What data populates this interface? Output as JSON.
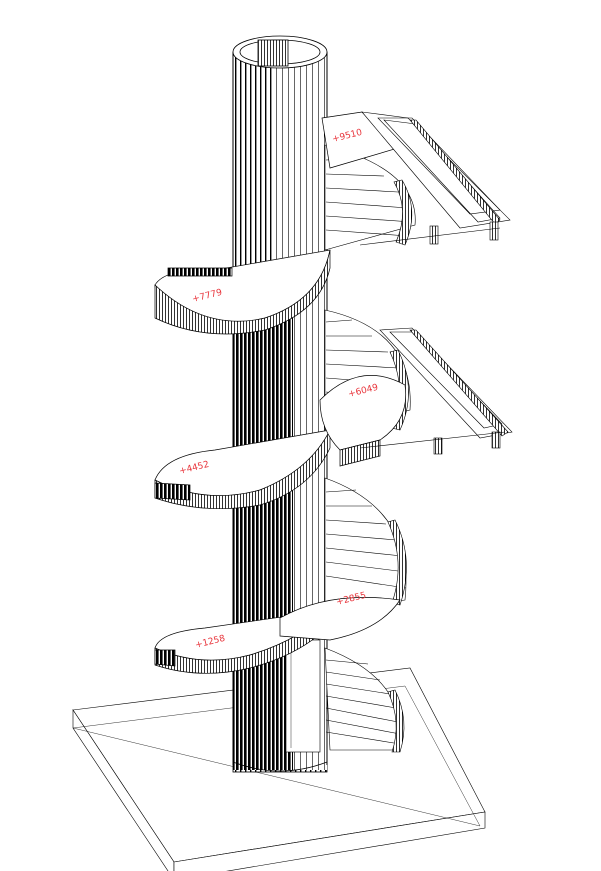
{
  "drawing": {
    "line_color": "#000000",
    "label_color": "#e8333a",
    "levels": [
      {
        "id": "l1258",
        "text": "+1258"
      },
      {
        "id": "l2855",
        "text": "+2855"
      },
      {
        "id": "l4452",
        "text": "+4452"
      },
      {
        "id": "l6049",
        "text": "+6049"
      },
      {
        "id": "l7779",
        "text": "+7779"
      },
      {
        "id": "l9510",
        "text": "+9510"
      }
    ]
  }
}
